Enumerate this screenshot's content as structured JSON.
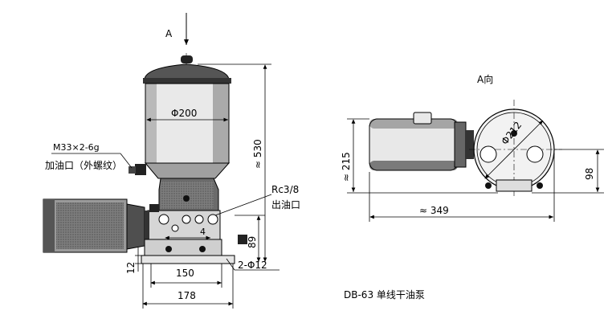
{
  "front_view": {
    "view_arrow_label": "A",
    "diameter_label": "Φ200",
    "thread_label": "M33×2-6g",
    "fill_port_label": "加油口（外螺纹）",
    "height_label": "≈ 530",
    "outlet_thread_label": "Rc3/8",
    "outlet_label": "出油口",
    "small_dim_label": "4",
    "base_height_label": "89",
    "base_thickness_label": "12",
    "base_width_label": "150",
    "overall_width_label": "178",
    "holes_label": "2-Φ12"
  },
  "side_view": {
    "title": "A向",
    "height_label": "≈ 215",
    "diameter_label": "Φ212",
    "length_label": "≈ 349",
    "offset_label": "98"
  },
  "caption": "DB-63 单线干油泵"
}
